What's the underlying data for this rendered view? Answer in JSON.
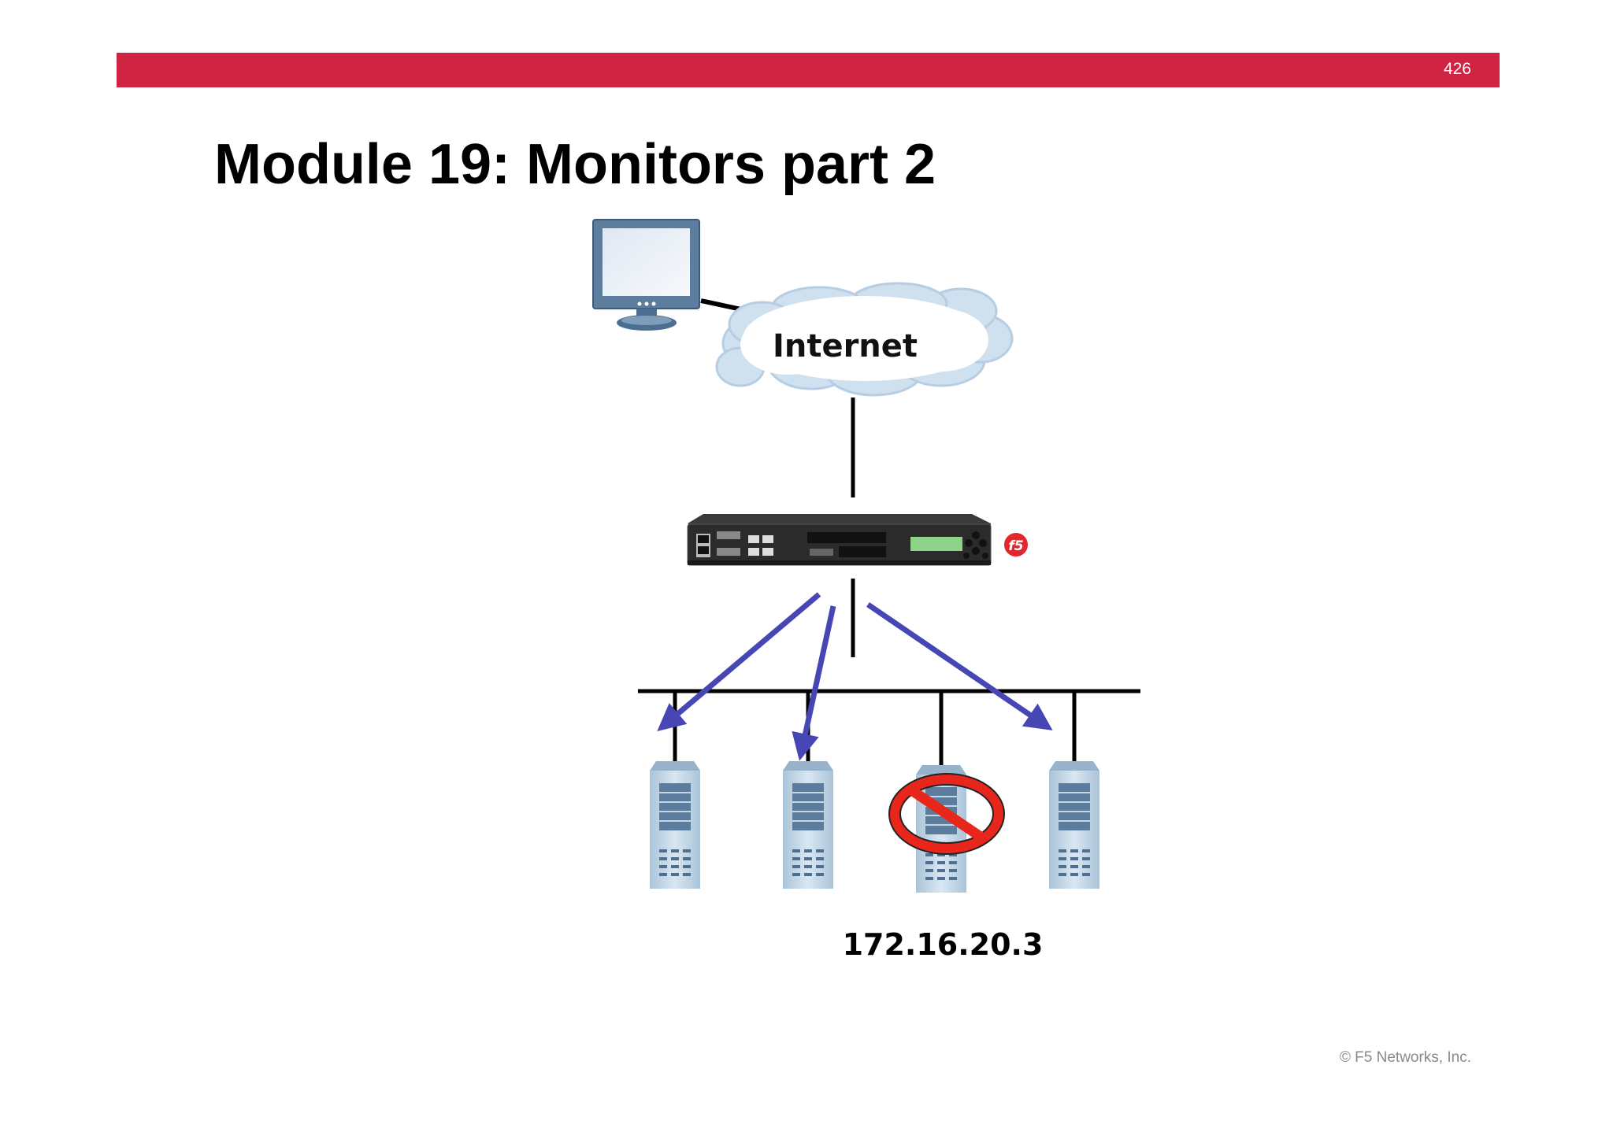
{
  "header": {
    "slide_number": "426"
  },
  "title": "Module 19:  Monitors part 2",
  "diagram": {
    "cloud_label": "Internet",
    "down_server_ip": "172.16.20.3",
    "icons": [
      "monitor-icon",
      "cloud-icon",
      "load-balancer-icon",
      "server-icon",
      "prohibited-icon"
    ],
    "colors": {
      "accent_bar": "#cf2542",
      "arrow": "#4646b4",
      "prohibited": "#e8261c"
    }
  },
  "footer": {
    "copyright": "© F5 Networks, Inc."
  }
}
